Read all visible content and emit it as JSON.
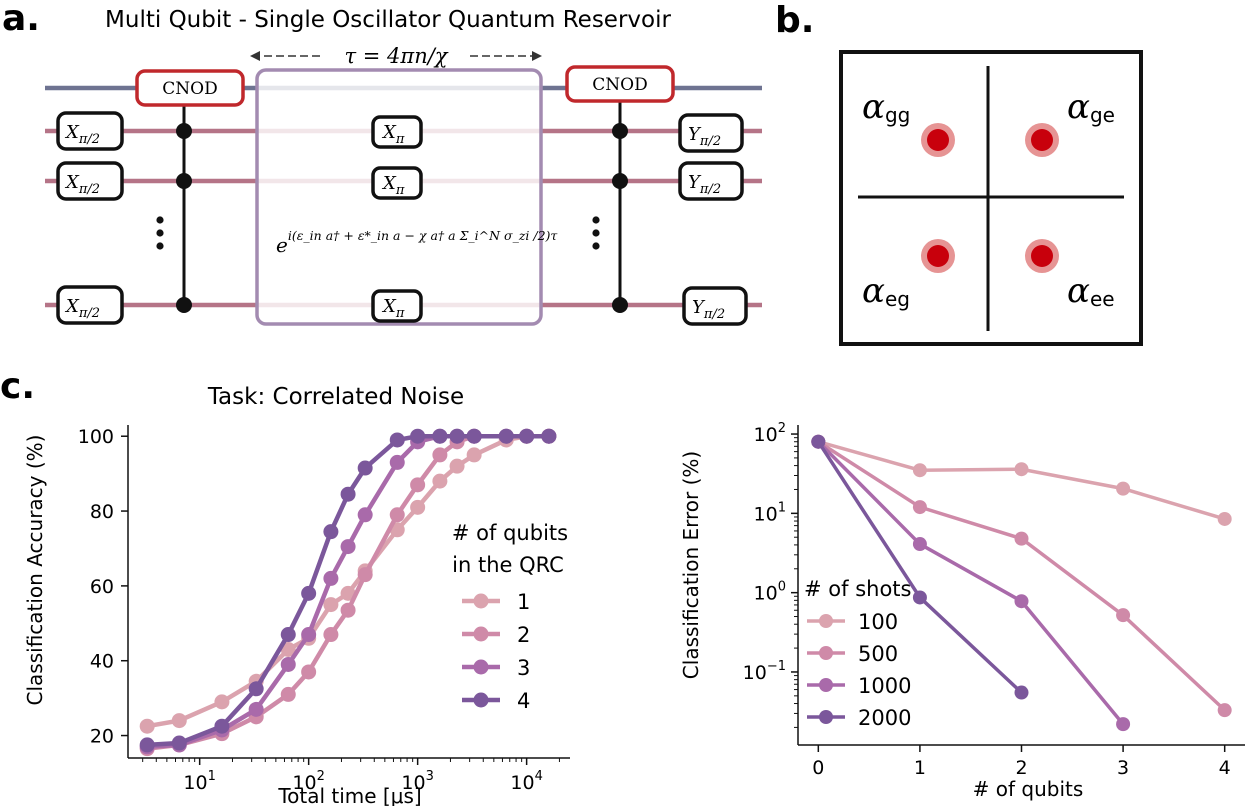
{
  "panel_a": {
    "label": "a.",
    "title": "Multi Qubit - Single Oscillator Quantum Reservoir",
    "tau_annotation": "τ = 4πn/χ",
    "cnod_label": "CNOD",
    "gate_x_half": "X",
    "gate_x_half_sub": "π/2",
    "gate_x_pi": "X",
    "gate_x_pi_sub": "π",
    "gate_y_half": "Y",
    "gate_y_half_sub": "π/2",
    "evolution_prefix": "e",
    "evolution_exponent": "i(ε_in a† + ε*_in a − χ a† a Σ_i^N σ_zi /2)τ",
    "colors": {
      "oscillator_line": "#6e7391",
      "qubit_line": "#b57487",
      "reservoir_box": "#a38bb1",
      "cnod_border": "#c0282c"
    }
  },
  "panel_b": {
    "label": "b.",
    "labels": {
      "gg": "gg",
      "ge": "ge",
      "eg": "eg",
      "ee": "ee"
    },
    "alpha": "α",
    "colors": {
      "dot_fill": "#c8000c",
      "dot_ring": "#e69494"
    }
  },
  "panel_c": {
    "label": "c.",
    "chart_data": [
      {
        "type": "line",
        "title": "Task: Correlated Noise",
        "xlabel": "Total time  [μs]",
        "ylabel": "Classification Accuracy (%)",
        "xscale": "log",
        "xlim": [
          2.2,
          25000
        ],
        "ylim": [
          14,
          103
        ],
        "yticks": [
          "20",
          "40",
          "60",
          "80",
          "100"
        ],
        "xticks": [
          {
            "base": "10",
            "exp": "1"
          },
          {
            "base": "10",
            "exp": "2"
          },
          {
            "base": "10",
            "exp": "3"
          },
          {
            "base": "10",
            "exp": "4"
          }
        ],
        "legend_title_lines": [
          "# of qubits",
          "in the QRC"
        ],
        "legend_position": "center-right",
        "series": [
          {
            "name": "1",
            "color": "#dba3ae",
            "x": [
              3.3,
              6.5,
              16,
              33,
              65,
              100,
              160,
              230,
              330,
              650,
              1000,
              1600,
              2300,
              3300,
              6500,
              10000,
              16000
            ],
            "y": [
              22.5,
              24,
              29,
              34.5,
              43,
              46,
              55,
              58,
              64,
              75,
              81,
              88,
              92,
              95,
              99,
              100,
              100
            ]
          },
          {
            "name": "2",
            "color": "#cf8aa8",
            "x": [
              3.3,
              6.5,
              16,
              33,
              65,
              100,
              160,
              230,
              330,
              650,
              1000,
              1600,
              2300,
              3300,
              6500,
              10000,
              16000
            ],
            "y": [
              16.5,
              17.5,
              20.5,
              25,
              31,
              37,
              47,
              53.5,
              63,
              79,
              87,
              95,
              98.5,
              100,
              100,
              100,
              100
            ]
          },
          {
            "name": "3",
            "color": "#a96aaa",
            "x": [
              3.3,
              6.5,
              16,
              33,
              65,
              100,
              160,
              230,
              330,
              650,
              1000,
              1600,
              2300,
              3300,
              6500,
              10000,
              16000
            ],
            "y": [
              17,
              17.5,
              21.5,
              27,
              39,
              47,
              62,
              70.5,
              79,
              93,
              98.5,
              100,
              100,
              100,
              100,
              100,
              100
            ]
          },
          {
            "name": "4",
            "color": "#7b579b",
            "x": [
              3.3,
              6.5,
              16,
              33,
              65,
              100,
              160,
              230,
              330,
              650,
              1000,
              1600,
              2300,
              3300,
              6500,
              10000,
              16000
            ],
            "y": [
              17.5,
              18,
              22.5,
              32.5,
              47,
              58,
              74.5,
              84.5,
              91.5,
              99,
              100,
              100,
              100,
              100,
              100,
              100,
              100
            ]
          }
        ]
      },
      {
        "type": "line",
        "xlabel": "# of qubits",
        "ylabel": "Classification Error (%)",
        "yscale": "log",
        "xlim": [
          -0.2,
          4.2
        ],
        "ylim": [
          0.012,
          130
        ],
        "xticks": [
          "0",
          "1",
          "2",
          "3",
          "4"
        ],
        "yticks": [
          {
            "base": "10",
            "exp": "−1"
          },
          {
            "base": "10",
            "exp": "0"
          },
          {
            "base": "10",
            "exp": "1"
          },
          {
            "base": "10",
            "exp": "2"
          }
        ],
        "legend_title": "# of shots",
        "legend_position": "lower-left",
        "series": [
          {
            "name": "100",
            "color": "#dba3ae",
            "x": [
              0,
              1,
              2,
              3,
              4
            ],
            "y": [
              80,
              35,
              36,
              20.5,
              8.5
            ]
          },
          {
            "name": "500",
            "color": "#cf8aa8",
            "x": [
              0,
              1,
              2,
              3,
              4
            ],
            "y": [
              80,
              12,
              4.8,
              0.52,
              0.033
            ]
          },
          {
            "name": "1000",
            "color": "#a96aaa",
            "x": [
              0,
              1,
              2,
              3
            ],
            "y": [
              80,
              4.1,
              0.78,
              0.022
            ]
          },
          {
            "name": "2000",
            "color": "#7b579b",
            "x": [
              0,
              1,
              2
            ],
            "y": [
              80,
              0.87,
              0.055
            ]
          }
        ]
      }
    ]
  }
}
